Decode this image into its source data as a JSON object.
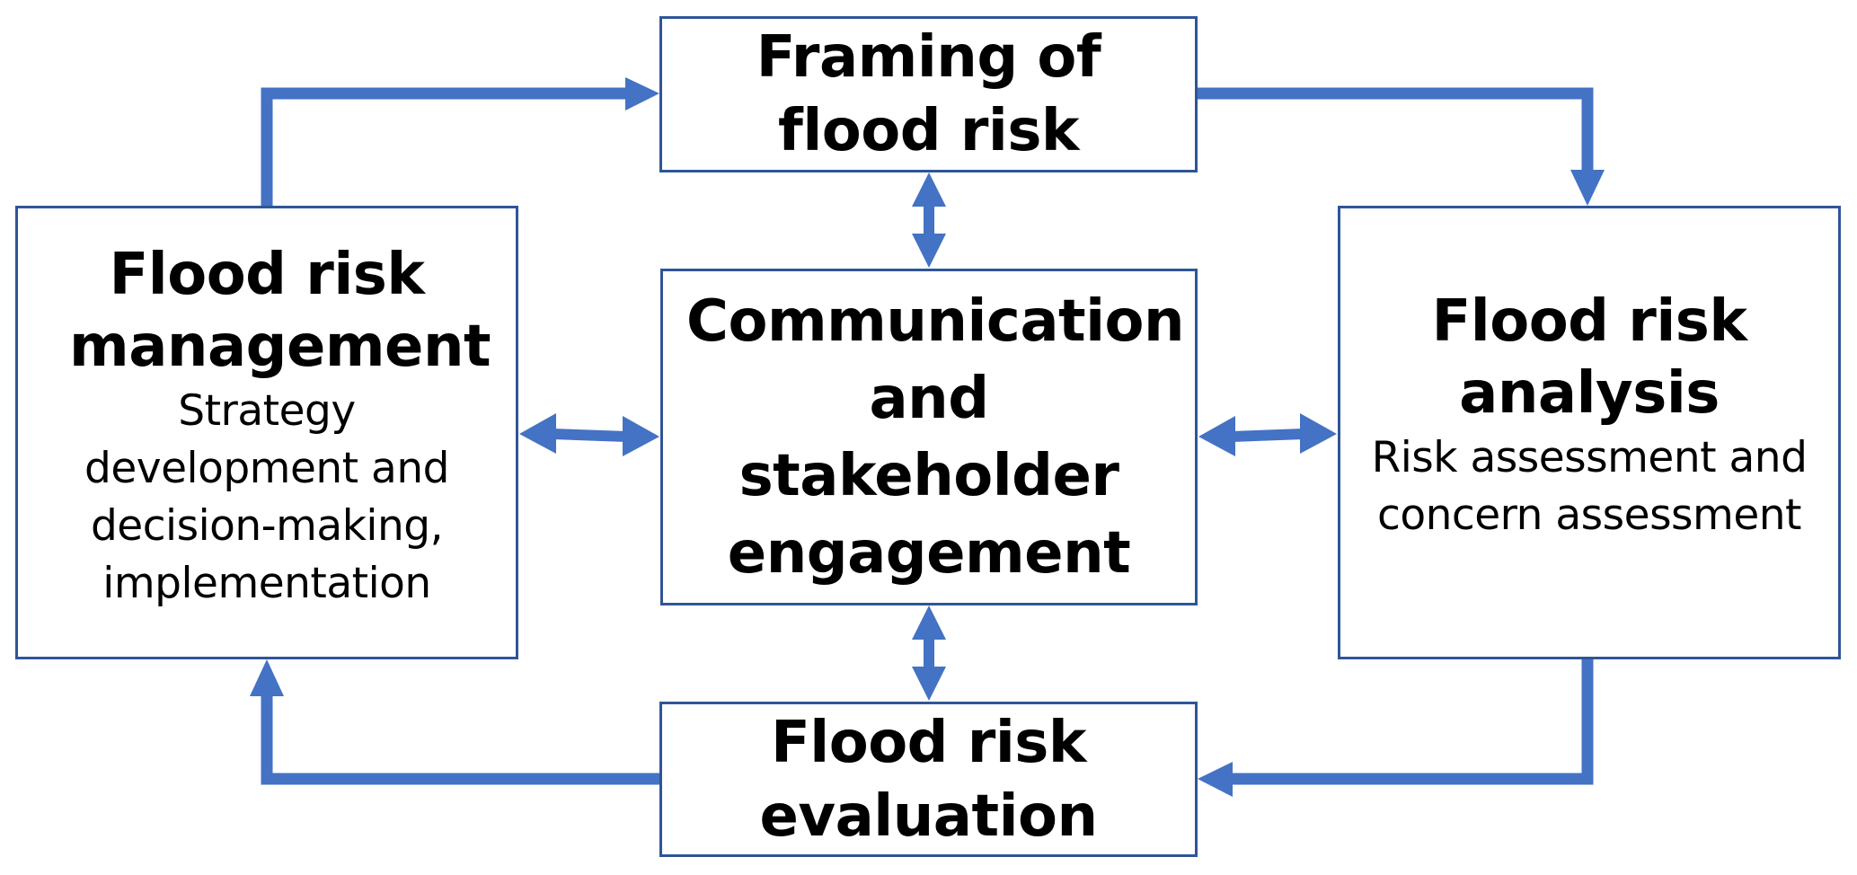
{
  "diagram": {
    "title": "Flood risk governance cycle",
    "colors": {
      "connector": "#4472C4",
      "box_border": "#2F5597",
      "text": "#000000",
      "background": "#FFFFFF"
    },
    "nodes": {
      "framing": {
        "title": "Framing of flood risk",
        "subtitle": ""
      },
      "management": {
        "title": "Flood risk management",
        "subtitle": "Strategy development and decision-making, implementation"
      },
      "communication": {
        "title": "Communication and stakeholder engagement",
        "subtitle": ""
      },
      "analysis": {
        "title": "Flood risk analysis",
        "subtitle": "Risk assessment and concern assessment"
      },
      "evaluation": {
        "title": "Flood risk evaluation",
        "subtitle": ""
      }
    },
    "edges": [
      {
        "from": "management",
        "to": "framing",
        "type": "one-way"
      },
      {
        "from": "framing",
        "to": "analysis",
        "type": "one-way"
      },
      {
        "from": "analysis",
        "to": "evaluation",
        "type": "one-way"
      },
      {
        "from": "evaluation",
        "to": "management",
        "type": "one-way"
      },
      {
        "from": "communication",
        "to": "framing",
        "type": "two-way"
      },
      {
        "from": "communication",
        "to": "management",
        "type": "two-way"
      },
      {
        "from": "communication",
        "to": "analysis",
        "type": "two-way"
      },
      {
        "from": "communication",
        "to": "evaluation",
        "type": "two-way"
      }
    ]
  }
}
